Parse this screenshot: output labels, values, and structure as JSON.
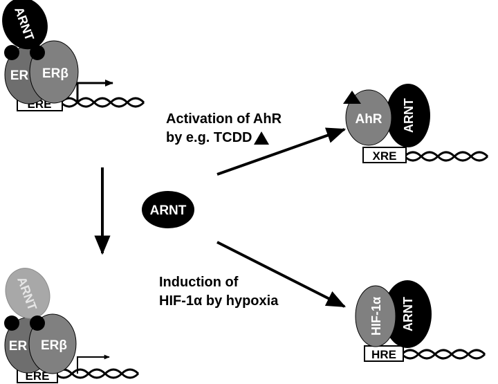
{
  "colors": {
    "black": "#000000",
    "dark_grey": "#6e6e6e",
    "mid_grey": "#808080",
    "light_grey": "#a8a8a8",
    "white": "#ffffff"
  },
  "top_left_complex": {
    "arnt": "ARNT",
    "er_alpha": "ER",
    "er_beta": "ERβ",
    "element": "ERE"
  },
  "bottom_left_complex": {
    "arnt": "ARNT",
    "er_alpha": "ER",
    "er_beta": "ERβ",
    "element": "ERE"
  },
  "free_factor": {
    "label": "ARNT"
  },
  "ahr_pathway": {
    "caption_line1": "Activation of AhR",
    "caption_line2": "by e.g. TCDD",
    "ligand_icon": "triangle-icon",
    "partner": "AhR",
    "arnt": "ARNT",
    "element": "XRE"
  },
  "hif_pathway": {
    "caption_line1": "Induction of",
    "caption_line2": "HIF-1α by hypoxia",
    "partner": "HIF-1α",
    "arnt": "ARNT",
    "element": "HRE"
  }
}
